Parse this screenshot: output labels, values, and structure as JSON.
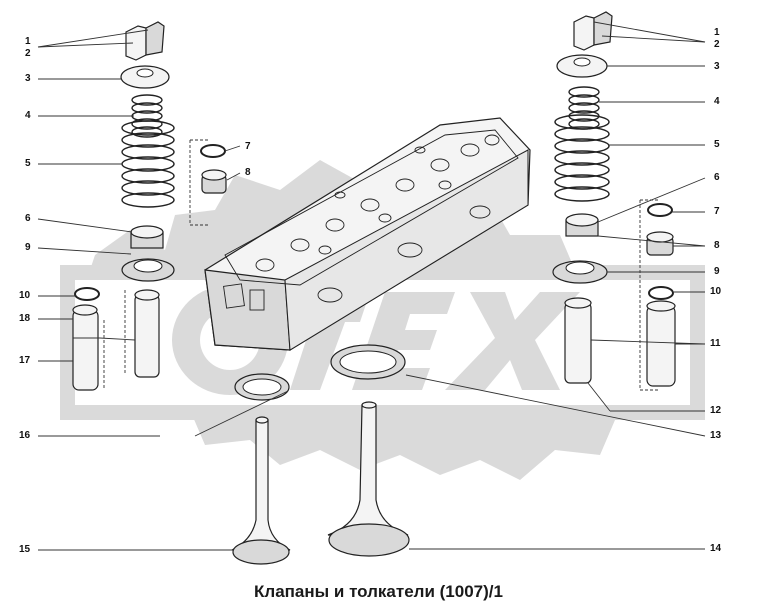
{
  "caption": "Клапаны и толкатели (1007)/1",
  "watermark": "OTEX",
  "colors": {
    "watermark": "#d6d6d6",
    "line": "#222222",
    "background": "#ffffff"
  },
  "callouts_left": [
    "1",
    "2",
    "3",
    "4",
    "5",
    "6",
    "7",
    "8",
    "9",
    "10",
    "18",
    "17",
    "16",
    "15"
  ],
  "callouts_right": [
    "1",
    "2",
    "3",
    "4",
    "5",
    "6",
    "7",
    "8",
    "9",
    "10",
    "11",
    "12",
    "13",
    "14"
  ]
}
